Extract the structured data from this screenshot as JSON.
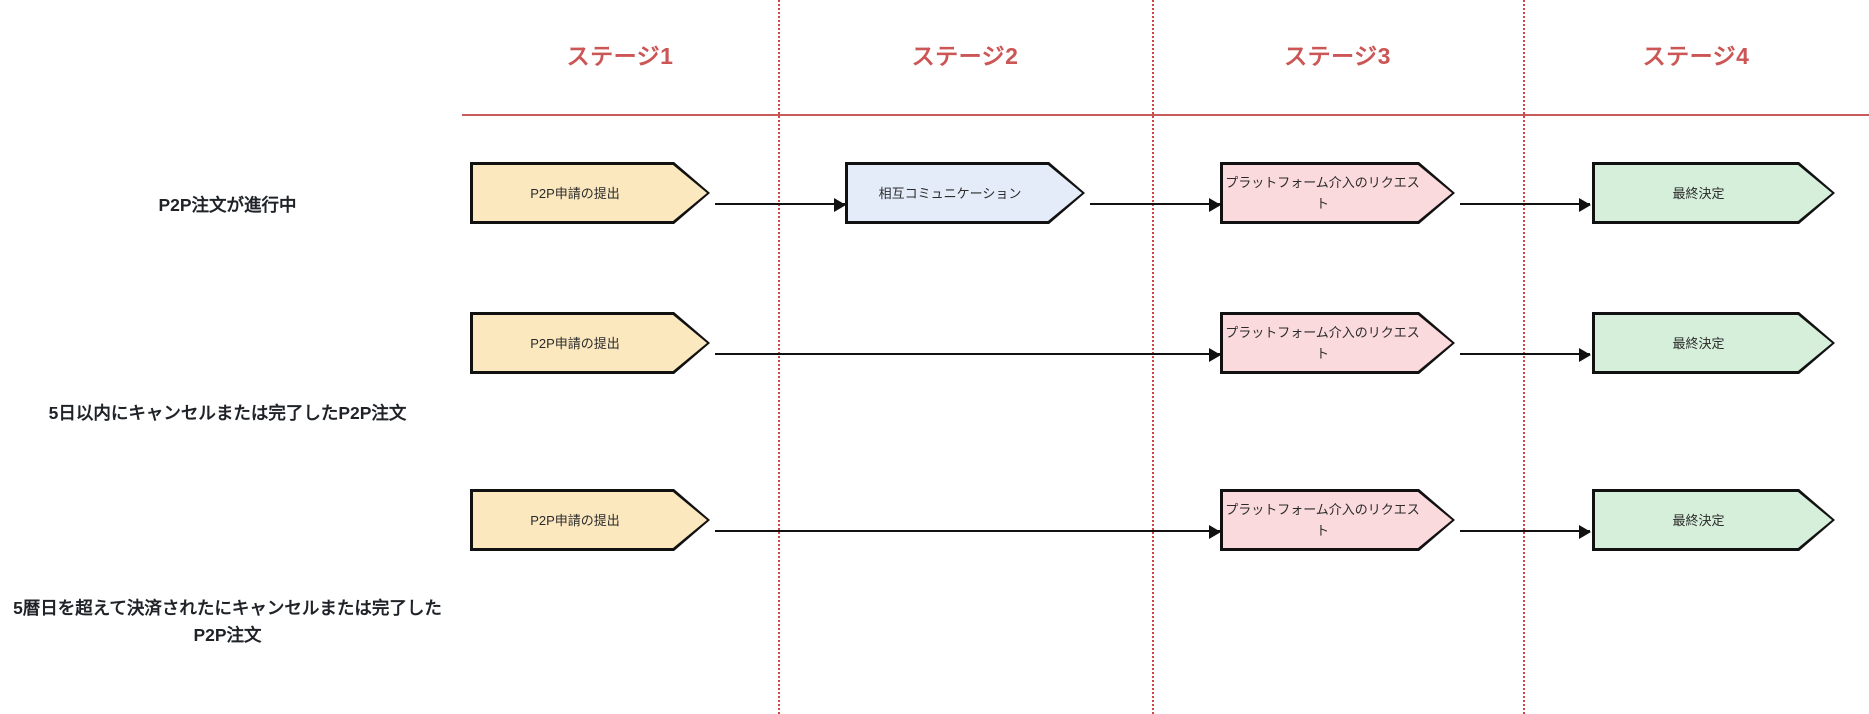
{
  "diagram": {
    "title_colors": {
      "stage_header": "#cc5555",
      "divider": "#cc4444",
      "baseline": "#c85a5a",
      "node_stroke": "#111111",
      "label_text": "#1f2328"
    },
    "stages": [
      {
        "label": "ステージ1"
      },
      {
        "label": "ステージ2"
      },
      {
        "label": "ステージ3"
      },
      {
        "label": "ステージ4"
      }
    ],
    "rows": [
      {
        "label": "P2P注文が進行中",
        "nodes": [
          {
            "text": "P2P申請の提出",
            "fill": "#fbe8bf",
            "stage": 1
          },
          {
            "text": "相互コミュニケーション",
            "fill": "#e4ecf9",
            "stage": 2
          },
          {
            "text": "プラットフォーム介入のリクエスト",
            "fill": "#fadadd",
            "stage": 3
          },
          {
            "text": "最終決定",
            "fill": "#d6efda",
            "stage": 4
          }
        ]
      },
      {
        "label": "5日以内にキャンセルまたは完了したP2P注文",
        "nodes": [
          {
            "text": "P2P申請の提出",
            "fill": "#fbe8bf",
            "stage": 1
          },
          {
            "text": "プラットフォーム介入のリクエスト",
            "fill": "#fadadd",
            "stage": 3
          },
          {
            "text": "最終決定",
            "fill": "#d6efda",
            "stage": 4
          }
        ]
      },
      {
        "label": "5暦日を超えて決済されたにキャンセルまたは完了したP2P注文",
        "nodes": [
          {
            "text": "P2P申請の提出",
            "fill": "#fbe8bf",
            "stage": 1
          },
          {
            "text": "プラットフォーム介入のリクエスト",
            "fill": "#fadadd",
            "stage": 3
          },
          {
            "text": "最終決定",
            "fill": "#d6efda",
            "stage": 4
          }
        ]
      }
    ]
  }
}
